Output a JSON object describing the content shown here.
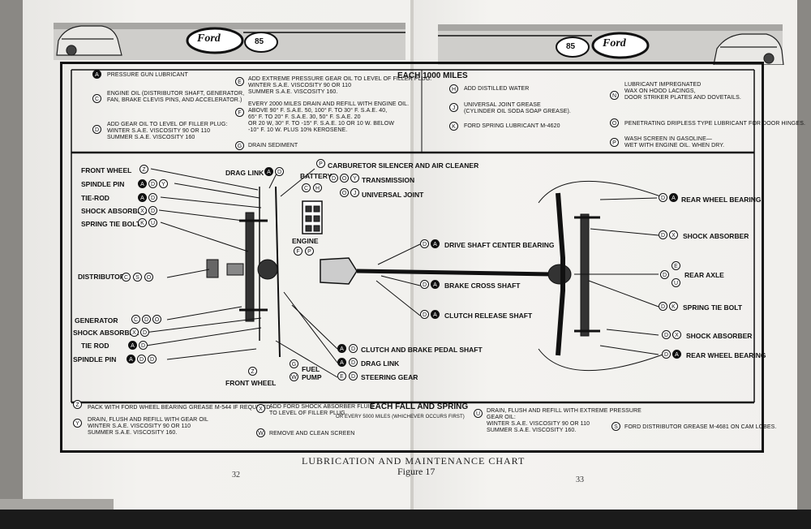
{
  "header": {
    "brand_left": "Ford",
    "model_left": "85",
    "brand_right": "Ford",
    "model_right": "85",
    "interval_top": "EACH 1000 MILES",
    "interval_bottom": "EACH FALL AND SPRING",
    "interval_bottom_sub": "OR EVERY 5000 MILES (WHICHEVER OCCURS FIRST)"
  },
  "legend_top": [
    {
      "key": "A",
      "text": "PRESSURE GUN LUBRICANT"
    },
    {
      "key": "C",
      "text": "ENGINE OIL (DISTRIBUTOR SHAFT, GENERATOR,\nFAN, BRAKE CLEVIS PINS, AND ACCELERATOR.)"
    },
    {
      "key": "D",
      "text": "ADD GEAR OIL TO LEVEL OF FILLER PLUG:\nWINTER S.A.E. VISCOSITY 90 OR 110\nSUMMER S.A.E. VISCOSITY 160"
    },
    {
      "key": "E",
      "text": "ADD EXTREME PRESSURE GEAR OIL TO LEVEL OF FILLER PLUG:\nWINTER S.A.E. VISCOSITY 90 OR 110\nSUMMER S.A.E. VISCOSITY 160."
    },
    {
      "key": "F",
      "text": "EVERY 2000 MILES DRAIN AND REFILL WITH ENGINE OIL.\nABOVE 90° F. S.A.E. 50, 100° F. TO 30° F. S.A.E. 40,\n65° F. TO 20° F. S.A.E. 30, 50° F. S.A.E. 20\nOR 20 W, 30° F. TO -15° F. S.A.E. 10 OR 10 W. BELOW\n-10° F. 10 W. PLUS 10% KEROSENE."
    },
    {
      "key": "G",
      "text": "DRAIN SEDIMENT"
    },
    {
      "key": "H",
      "text": "ADD DISTILLED WATER"
    },
    {
      "key": "J",
      "text": "UNIVERSAL JOINT GREASE\n(CYLINDER OIL SODA SOAP GREASE)."
    },
    {
      "key": "K",
      "text": "FORD SPRING LUBRICANT M-4620"
    },
    {
      "key": "N",
      "text": "LUBRICANT IMPREGNATED\nWAX ON HOOD LACINGS,\nDOOR STRIKER PLATES AND DOVETAILS."
    },
    {
      "key": "O",
      "text": "PENETRATING DRIPLESS TYPE LUBRICANT FOR DOOR HINGES."
    },
    {
      "key": "P",
      "text": "WASH SCREEN IN GASOLINE—\nWET WITH ENGINE OIL. WHEN DRY."
    }
  ],
  "legend_bottom": [
    {
      "key": "Z",
      "text": "PACK WITH FORD WHEEL BEARING GREASE M-544 IF REQUIRED."
    },
    {
      "key": "Y",
      "text": "DRAIN, FLUSH AND REFILL WITH GEAR OIL\nWINTER S.A.E. VISCOSITY 90 OR 110\nSUMMER S.A.E. VISCOSITY 160."
    },
    {
      "key": "X",
      "text": "ADD FORD SHOCK ABSORBER FLUID\nTO LEVEL OF FILLER PLUG."
    },
    {
      "key": "W",
      "text": "REMOVE AND CLEAN SCREEN"
    },
    {
      "key": "U",
      "text": "DRAIN, FLUSH AND REFILL WITH EXTREME PRESSURE\nGEAR OIL:\nWINTER S.A.E. VISCOSITY 90 OR 110\nSUMMER S.A.E. VISCOSITY 160."
    },
    {
      "key": "S",
      "text": "FORD DISTRIBUTOR GREASE M-4681 ON CAM LOBES."
    }
  ],
  "diagram_labels": {
    "front_wheel": "FRONT WHEEL",
    "spindle_pin": "SPINDLE PIN",
    "tie_rod": "TIE-ROD",
    "shock_absorber": "SHOCK ABSORBER",
    "spring_tie_bolt": "SPRING TIE BOLT",
    "distributor": "DISTRIBUTOR",
    "generator": "GENERATOR",
    "shock_absorber_2": "SHOCK ABSORBER",
    "tie_rod_2": "TIE ROD",
    "spindle_pin_2": "SPINDLE PIN",
    "front_wheel_2": "FRONT WHEEL",
    "drag_link": "DRAG LINK",
    "battery": "BATTERY",
    "engine": "ENGINE",
    "carburetor": "CARBURETOR SILENCER AND AIR CLEANER",
    "transmission": "TRANSMISSION",
    "universal_joint": "UNIVERSAL JOINT",
    "drive_shaft": "DRIVE SHAFT CENTER BEARING",
    "brake_cross": "BRAKE CROSS SHAFT",
    "clutch_release": "CLUTCH RELEASE SHAFT",
    "clutch_brake": "CLUTCH AND BRAKE PEDAL SHAFT",
    "drag_link_2": "DRAG LINK",
    "steering_gear": "STEERING GEAR",
    "fuel_pump": "FUEL\nPUMP",
    "rear_wheel_bearing": "REAR WHEEL BEARING",
    "shock_absorber_r": "SHOCK ABSORBER",
    "rear_axle": "REAR AXLE",
    "spring_tie_bolt_r": "SPRING TIE BOLT",
    "shock_absorber_r2": "SHOCK ABSORBER",
    "rear_wheel_bearing_2": "REAR WHEEL BEARING"
  },
  "footer": {
    "chart_title": "LUBRICATION AND MAINTENANCE CHART",
    "figure": "Figure 17",
    "page_left": "32",
    "page_right": "33"
  }
}
